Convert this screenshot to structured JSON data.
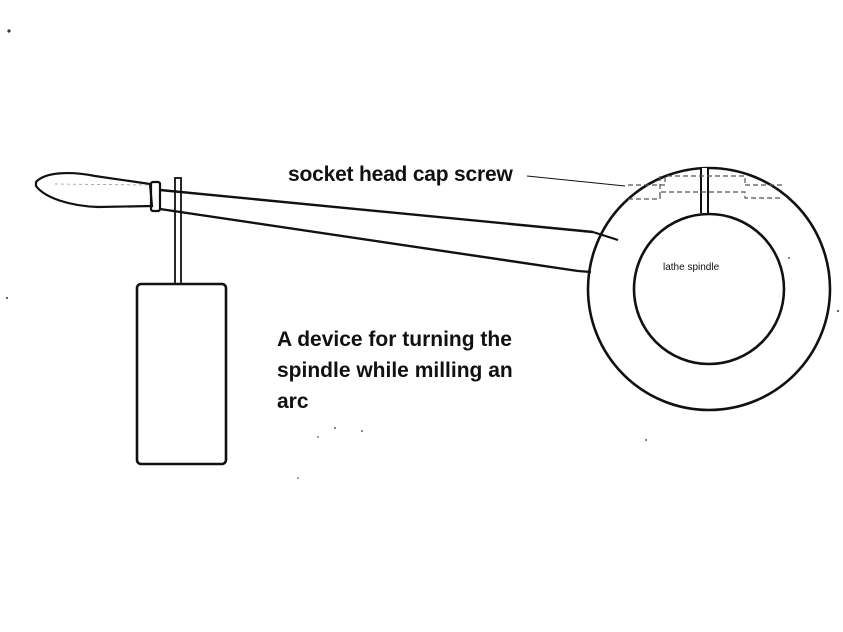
{
  "diagram": {
    "labels": {
      "screw": "socket head cap screw",
      "spindle": "lathe spindle",
      "caption_lines": [
        "A device for turning the",
        "spindle while milling an",
        "arc"
      ]
    },
    "colors": {
      "ink": "#111111",
      "background": "#ffffff",
      "hidden_line": "#555555"
    }
  }
}
